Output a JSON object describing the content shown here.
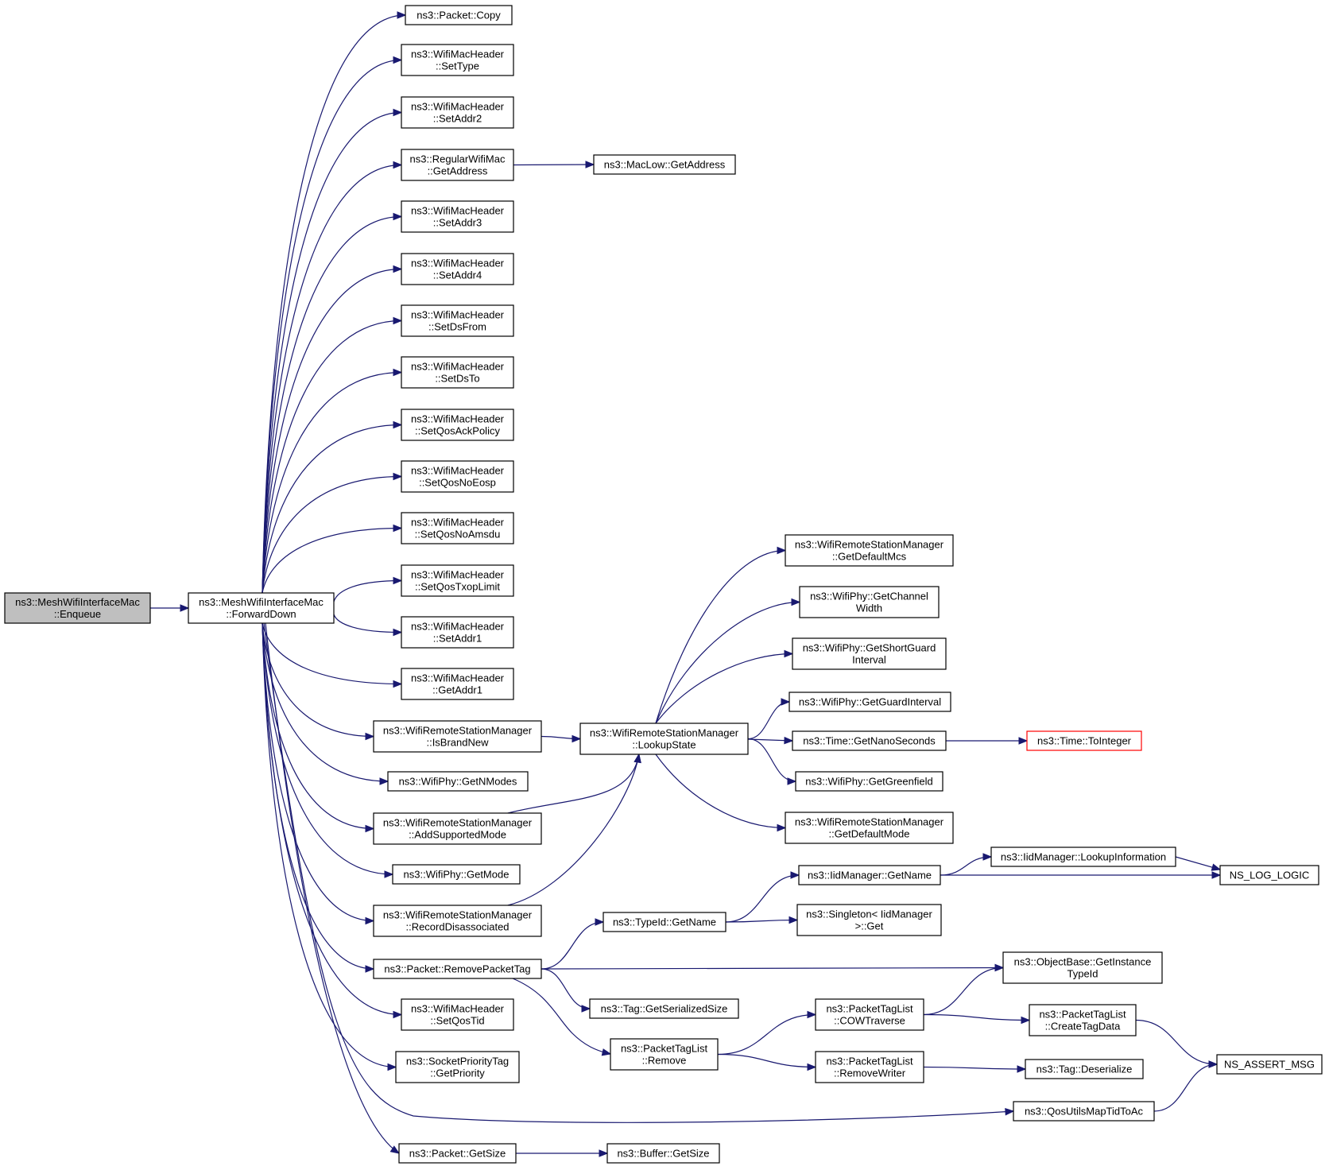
{
  "nodes": {
    "enqueue": {
      "lines": [
        "ns3::MeshWifiInterfaceMac",
        "::Enqueue"
      ],
      "style": "root"
    },
    "forwardDown": {
      "lines": [
        "ns3::MeshWifiInterfaceMac",
        "::ForwardDown"
      ]
    },
    "pktCopy": {
      "lines": [
        "ns3::Packet::Copy"
      ]
    },
    "setType": {
      "lines": [
        "ns3::WifiMacHeader",
        "::SetType"
      ]
    },
    "setAddr2": {
      "lines": [
        "ns3::WifiMacHeader",
        "::SetAddr2"
      ]
    },
    "getAddress": {
      "lines": [
        "ns3::RegularWifiMac",
        "::GetAddress"
      ]
    },
    "macLowGetAddress": {
      "lines": [
        "ns3::MacLow::GetAddress"
      ]
    },
    "setAddr3": {
      "lines": [
        "ns3::WifiMacHeader",
        "::SetAddr3"
      ]
    },
    "setAddr4": {
      "lines": [
        "ns3::WifiMacHeader",
        "::SetAddr4"
      ]
    },
    "setDsFrom": {
      "lines": [
        "ns3::WifiMacHeader",
        "::SetDsFrom"
      ]
    },
    "setDsTo": {
      "lines": [
        "ns3::WifiMacHeader",
        "::SetDsTo"
      ]
    },
    "setQosAckPolicy": {
      "lines": [
        "ns3::WifiMacHeader",
        "::SetQosAckPolicy"
      ]
    },
    "setQosNoEosp": {
      "lines": [
        "ns3::WifiMacHeader",
        "::SetQosNoEosp"
      ]
    },
    "setQosNoAmsdu": {
      "lines": [
        "ns3::WifiMacHeader",
        "::SetQosNoAmsdu"
      ]
    },
    "setQosTxopLimit": {
      "lines": [
        "ns3::WifiMacHeader",
        "::SetQosTxopLimit"
      ]
    },
    "setAddr1": {
      "lines": [
        "ns3::WifiMacHeader",
        "::SetAddr1"
      ]
    },
    "getAddr1": {
      "lines": [
        "ns3::WifiMacHeader",
        "::GetAddr1"
      ]
    },
    "isBrandNew": {
      "lines": [
        "ns3::WifiRemoteStationManager",
        "::IsBrandNew"
      ]
    },
    "getNModes": {
      "lines": [
        "ns3::WifiPhy::GetNModes"
      ]
    },
    "addSupportedMode": {
      "lines": [
        "ns3::WifiRemoteStationManager",
        "::AddSupportedMode"
      ]
    },
    "getMode": {
      "lines": [
        "ns3::WifiPhy::GetMode"
      ]
    },
    "recordDisassociated": {
      "lines": [
        "ns3::WifiRemoteStationManager",
        "::RecordDisassociated"
      ]
    },
    "removePacketTag": {
      "lines": [
        "ns3::Packet::RemovePacketTag"
      ]
    },
    "setQosTid": {
      "lines": [
        "ns3::WifiMacHeader",
        "::SetQosTid"
      ]
    },
    "getPriority": {
      "lines": [
        "ns3::SocketPriorityTag",
        "::GetPriority"
      ]
    },
    "pktGetSize": {
      "lines": [
        "ns3::Packet::GetSize"
      ]
    },
    "bufGetSize": {
      "lines": [
        "ns3::Buffer::GetSize"
      ]
    },
    "lookupState": {
      "lines": [
        "ns3::WifiRemoteStationManager",
        "::LookupState"
      ]
    },
    "getDefaultMcs": {
      "lines": [
        "ns3::WifiRemoteStationManager",
        "::GetDefaultMcs"
      ]
    },
    "getChannelWidth": {
      "lines": [
        "ns3::WifiPhy::GetChannel",
        "Width"
      ]
    },
    "getShortGuard": {
      "lines": [
        "ns3::WifiPhy::GetShortGuard",
        "Interval"
      ]
    },
    "getGuardInterval": {
      "lines": [
        "ns3::WifiPhy::GetGuardInterval"
      ]
    },
    "getNanoSeconds": {
      "lines": [
        "ns3::Time::GetNanoSeconds"
      ]
    },
    "toInteger": {
      "lines": [
        "ns3::Time::ToInteger"
      ],
      "style": "red"
    },
    "getGreenfield": {
      "lines": [
        "ns3::WifiPhy::GetGreenfield"
      ]
    },
    "getDefaultMode": {
      "lines": [
        "ns3::WifiRemoteStationManager",
        "::GetDefaultMode"
      ]
    },
    "iidGetName": {
      "lines": [
        "ns3::IidManager::GetName"
      ]
    },
    "lookupInformation": {
      "lines": [
        "ns3::IidManager::LookupInformation"
      ]
    },
    "nsLogLogic": {
      "lines": [
        "NS_LOG_LOGIC"
      ]
    },
    "typeIdGetName": {
      "lines": [
        "ns3::TypeId::GetName"
      ]
    },
    "singletonGet": {
      "lines": [
        "ns3::Singleton< IidManager",
        ">::Get"
      ]
    },
    "getInstanceTypeId": {
      "lines": [
        "ns3::ObjectBase::GetInstance",
        "TypeId"
      ]
    },
    "tagGetSerializedSize": {
      "lines": [
        "ns3::Tag::GetSerializedSize"
      ]
    },
    "cowTraverse": {
      "lines": [
        "ns3::PacketTagList",
        "::COWTraverse"
      ]
    },
    "createTagData": {
      "lines": [
        "ns3::PacketTagList",
        "::CreateTagData"
      ]
    },
    "ptlRemove": {
      "lines": [
        "ns3::PacketTagList",
        "::Remove"
      ]
    },
    "removeWriter": {
      "lines": [
        "ns3::PacketTagList",
        "::RemoveWriter"
      ]
    },
    "tagDeserialize": {
      "lines": [
        "ns3::Tag::Deserialize"
      ]
    },
    "nsAssertMsg": {
      "lines": [
        "NS_ASSERT_MSG"
      ]
    },
    "qosUtilsMapTidToAc": {
      "lines": [
        "ns3::QosUtilsMapTidToAc"
      ]
    }
  },
  "edges": [
    [
      "enqueue",
      "forwardDown"
    ],
    [
      "forwardDown",
      "pktCopy"
    ],
    [
      "forwardDown",
      "setType"
    ],
    [
      "forwardDown",
      "setAddr2"
    ],
    [
      "forwardDown",
      "getAddress"
    ],
    [
      "forwardDown",
      "setAddr3"
    ],
    [
      "forwardDown",
      "setAddr4"
    ],
    [
      "forwardDown",
      "setDsFrom"
    ],
    [
      "forwardDown",
      "setDsTo"
    ],
    [
      "forwardDown",
      "setQosAckPolicy"
    ],
    [
      "forwardDown",
      "setQosNoEosp"
    ],
    [
      "forwardDown",
      "setQosNoAmsdu"
    ],
    [
      "forwardDown",
      "setQosTxopLimit"
    ],
    [
      "forwardDown",
      "setAddr1"
    ],
    [
      "forwardDown",
      "getAddr1"
    ],
    [
      "forwardDown",
      "isBrandNew"
    ],
    [
      "forwardDown",
      "getNModes"
    ],
    [
      "forwardDown",
      "addSupportedMode"
    ],
    [
      "forwardDown",
      "getMode"
    ],
    [
      "forwardDown",
      "recordDisassociated"
    ],
    [
      "forwardDown",
      "removePacketTag"
    ],
    [
      "forwardDown",
      "setQosTid"
    ],
    [
      "forwardDown",
      "getPriority"
    ],
    [
      "forwardDown",
      "qosUtilsMapTidToAc"
    ],
    [
      "forwardDown",
      "pktGetSize"
    ],
    [
      "getAddress",
      "macLowGetAddress"
    ],
    [
      "isBrandNew",
      "lookupState"
    ],
    [
      "addSupportedMode",
      "lookupState"
    ],
    [
      "recordDisassociated",
      "lookupState"
    ],
    [
      "lookupState",
      "getDefaultMcs"
    ],
    [
      "lookupState",
      "getChannelWidth"
    ],
    [
      "lookupState",
      "getShortGuard"
    ],
    [
      "lookupState",
      "getGuardInterval"
    ],
    [
      "lookupState",
      "getNanoSeconds"
    ],
    [
      "lookupState",
      "getGreenfield"
    ],
    [
      "lookupState",
      "getDefaultMode"
    ],
    [
      "getNanoSeconds",
      "toInteger"
    ],
    [
      "removePacketTag",
      "typeIdGetName"
    ],
    [
      "removePacketTag",
      "getInstanceTypeId"
    ],
    [
      "removePacketTag",
      "tagGetSerializedSize"
    ],
    [
      "removePacketTag",
      "ptlRemove"
    ],
    [
      "typeIdGetName",
      "iidGetName"
    ],
    [
      "typeIdGetName",
      "singletonGet"
    ],
    [
      "iidGetName",
      "lookupInformation"
    ],
    [
      "iidGetName",
      "nsLogLogic"
    ],
    [
      "lookupInformation",
      "nsLogLogic"
    ],
    [
      "ptlRemove",
      "cowTraverse"
    ],
    [
      "ptlRemove",
      "removeWriter"
    ],
    [
      "cowTraverse",
      "getInstanceTypeId"
    ],
    [
      "cowTraverse",
      "createTagData"
    ],
    [
      "createTagData",
      "nsAssertMsg"
    ],
    [
      "removeWriter",
      "tagDeserialize"
    ],
    [
      "qosUtilsMapTidToAc",
      "nsAssertMsg"
    ],
    [
      "pktGetSize",
      "bufGetSize"
    ]
  ],
  "colors": {
    "edge": "#191970",
    "root_fill": "#bfbfbf",
    "highlight_border": "#ff0000"
  }
}
